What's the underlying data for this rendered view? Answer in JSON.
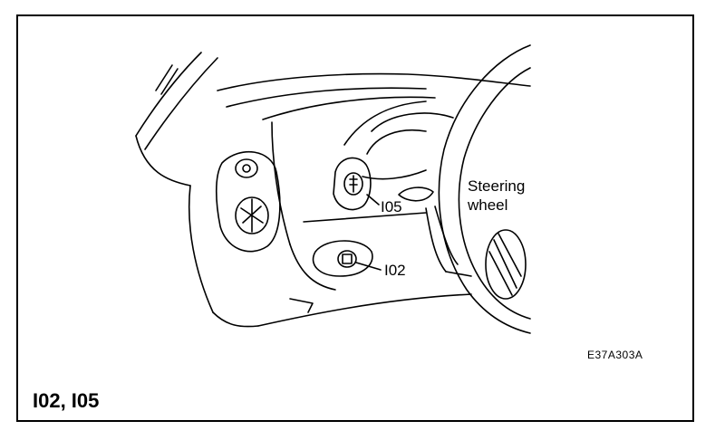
{
  "figure": {
    "callouts": {
      "i05": "I05",
      "i02": "I02",
      "steering_line1": "Steering",
      "steering_line2": "wheel"
    },
    "figure_code": "E37A303A",
    "caption": "I02, I05"
  }
}
